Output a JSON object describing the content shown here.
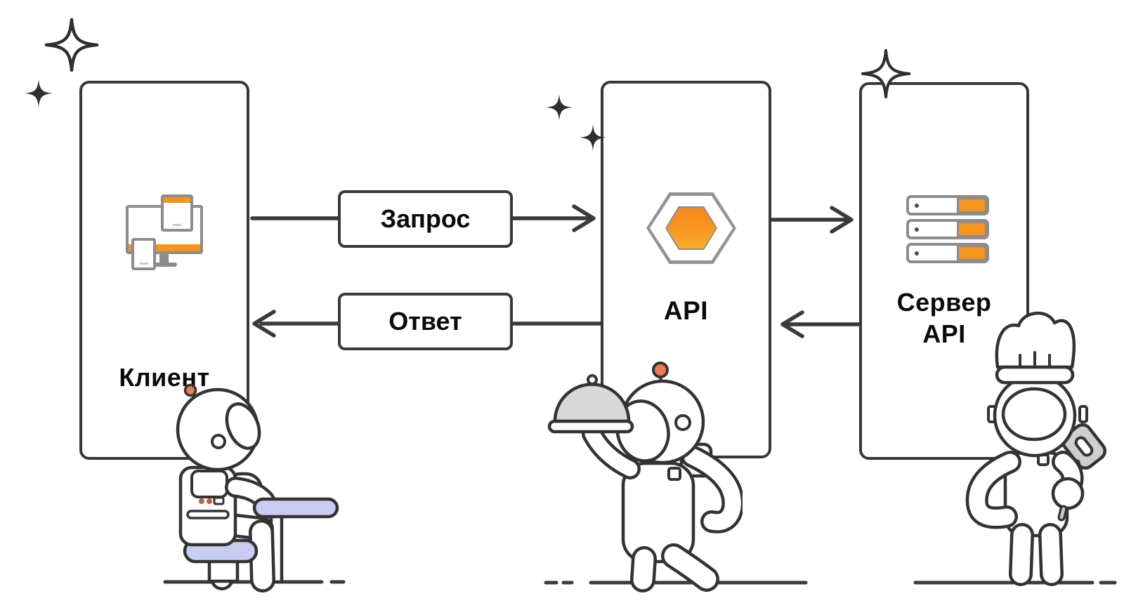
{
  "diagram": {
    "nodes": [
      {
        "id": "client",
        "label": "Клиент",
        "icon": "devices-icon"
      },
      {
        "id": "api",
        "label": "API",
        "icon": "hexagon-icon"
      },
      {
        "id": "server",
        "label_line1": "Сервер",
        "label_line2": "API",
        "icon": "server-stack-icon"
      }
    ],
    "edges": [
      {
        "id": "request",
        "from": "client",
        "to": "api",
        "label": "Запрос"
      },
      {
        "id": "response",
        "from": "api",
        "to": "client",
        "label": "Ответ"
      },
      {
        "id": "api-to-server",
        "from": "api",
        "to": "server",
        "label": ""
      },
      {
        "id": "server-to-api",
        "from": "server",
        "to": "api",
        "label": ""
      }
    ],
    "characters": [
      {
        "id": "client-astronaut",
        "description": "astronaut sitting on stool at desk"
      },
      {
        "id": "waiter-astronaut",
        "description": "astronaut waiter holding cloche tray"
      },
      {
        "id": "chef-astronaut",
        "description": "astronaut chef with chef hat and spatula"
      }
    ],
    "decorations": [
      "sparkle-stars"
    ],
    "colors": {
      "accent_orange": "#F7941E",
      "hex_gradient_top": "#F58A1F",
      "hex_gradient_bottom": "#FBAE2C",
      "antenna_orange": "#EE7B52",
      "lavender": "#C9CDF2",
      "stroke_dark": "#3A3A3A",
      "icon_grey": "#8C8C8C",
      "cloche_grey": "#D8D8D8",
      "spatula_grey": "#CECECE",
      "background": "#FFFFFF"
    }
  }
}
